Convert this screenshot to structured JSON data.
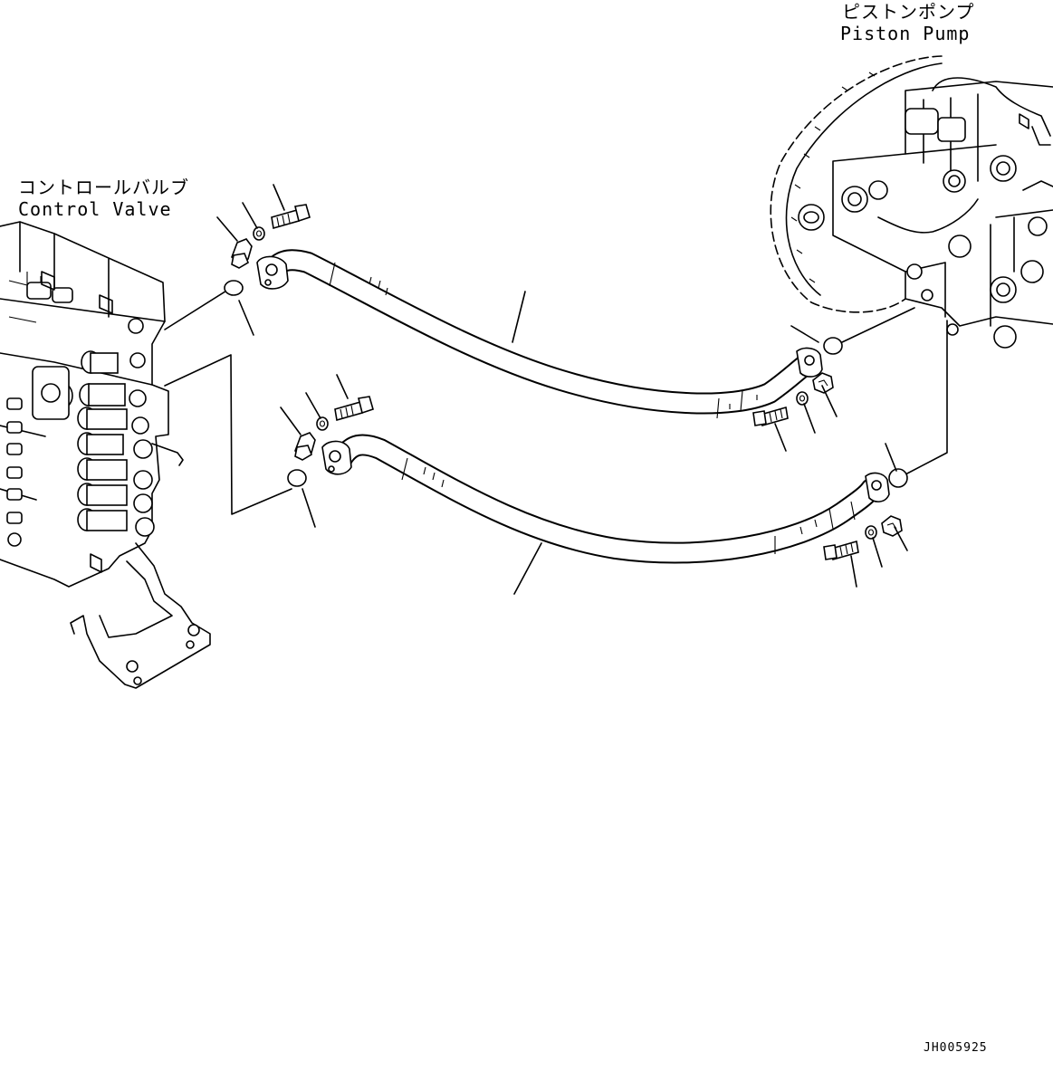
{
  "labels": {
    "control_valve_jp": "コントロールバルブ",
    "control_valve_en": "Control Valve",
    "piston_pump_jp": "ピストンポンプ",
    "piston_pump_en": "Piston Pump"
  },
  "drawing_code": "JH005925"
}
